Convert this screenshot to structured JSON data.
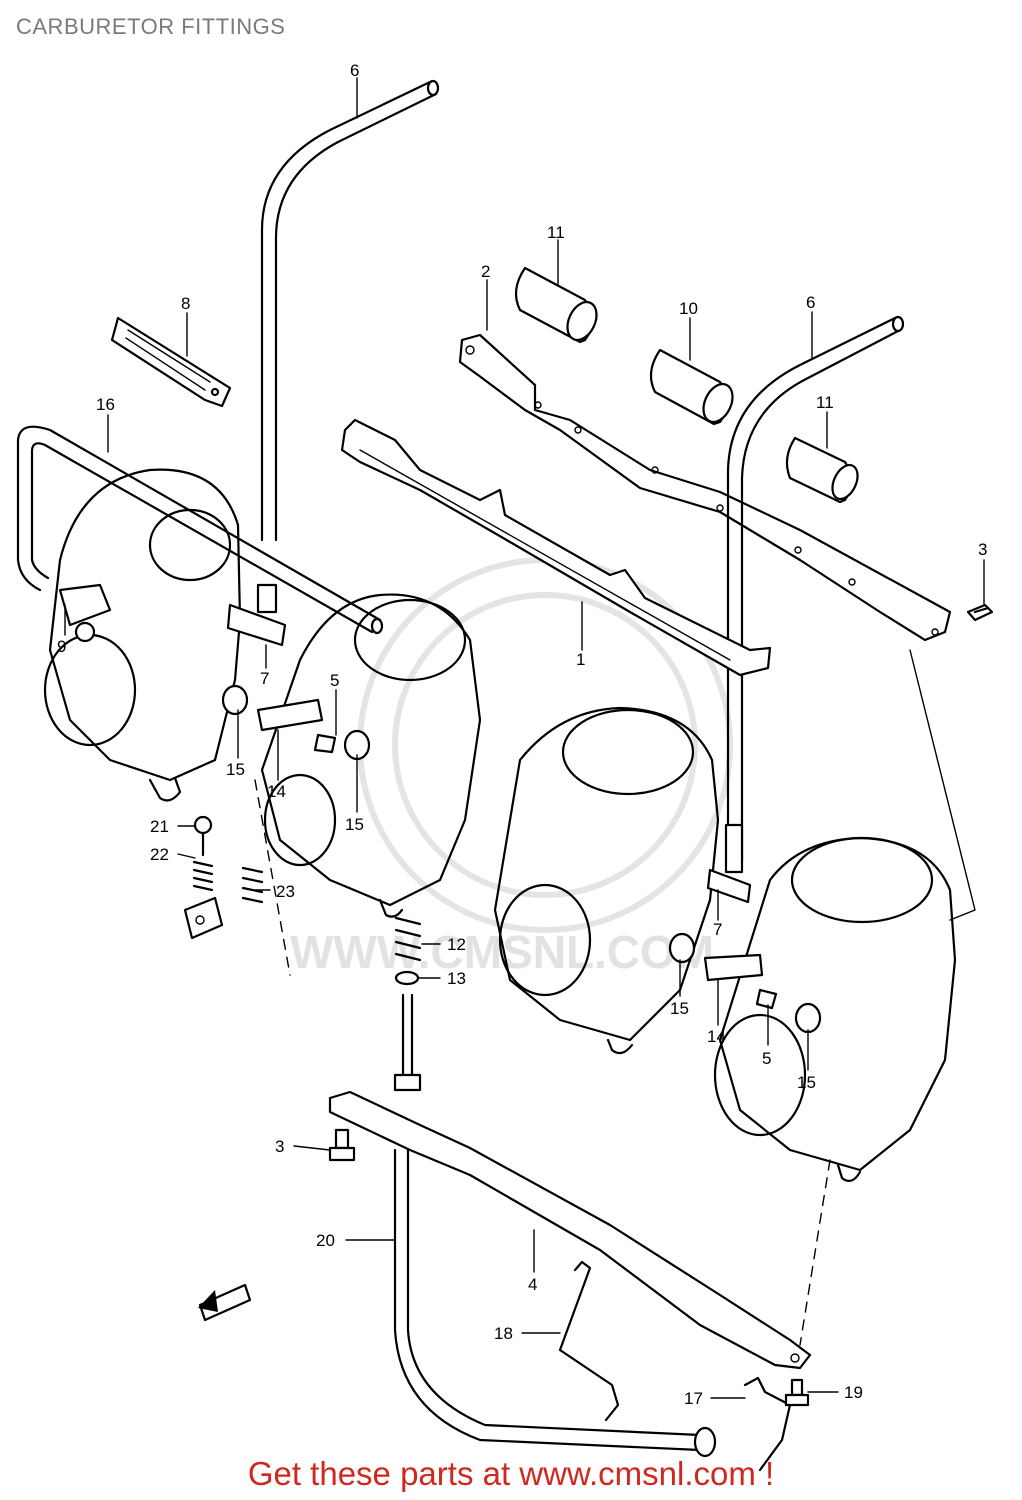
{
  "title": "CARBURETOR FITTINGS",
  "footer": "Get these parts at www.cmsnl.com !",
  "watermark": "WWW.CMSNL.COM",
  "callouts": [
    {
      "id": "c6a",
      "text": "6"
    },
    {
      "id": "c11a",
      "text": "11"
    },
    {
      "id": "c2",
      "text": "2"
    },
    {
      "id": "c10",
      "text": "10"
    },
    {
      "id": "c6b",
      "text": "6"
    },
    {
      "id": "c8",
      "text": "8"
    },
    {
      "id": "c11b",
      "text": "11"
    },
    {
      "id": "c16",
      "text": "16"
    },
    {
      "id": "c3a",
      "text": "3"
    },
    {
      "id": "c9",
      "text": "9"
    },
    {
      "id": "c1",
      "text": "1"
    },
    {
      "id": "c7a",
      "text": "7"
    },
    {
      "id": "c5a",
      "text": "5"
    },
    {
      "id": "c15a",
      "text": "15"
    },
    {
      "id": "c14a",
      "text": "14"
    },
    {
      "id": "c15b",
      "text": "15"
    },
    {
      "id": "c21",
      "text": "21"
    },
    {
      "id": "c22",
      "text": "22"
    },
    {
      "id": "c23",
      "text": "23"
    },
    {
      "id": "c12",
      "text": "12"
    },
    {
      "id": "c13",
      "text": "13"
    },
    {
      "id": "c7b",
      "text": "7"
    },
    {
      "id": "c15c",
      "text": "15"
    },
    {
      "id": "c14b",
      "text": "14"
    },
    {
      "id": "c5b",
      "text": "5"
    },
    {
      "id": "c15d",
      "text": "15"
    },
    {
      "id": "c3b",
      "text": "3"
    },
    {
      "id": "c20",
      "text": "20"
    },
    {
      "id": "c4",
      "text": "4"
    },
    {
      "id": "c18",
      "text": "18"
    },
    {
      "id": "c17",
      "text": "17"
    },
    {
      "id": "c19",
      "text": "19"
    }
  ],
  "icons": {
    "front_arrow": "front-direction-arrow-icon"
  }
}
